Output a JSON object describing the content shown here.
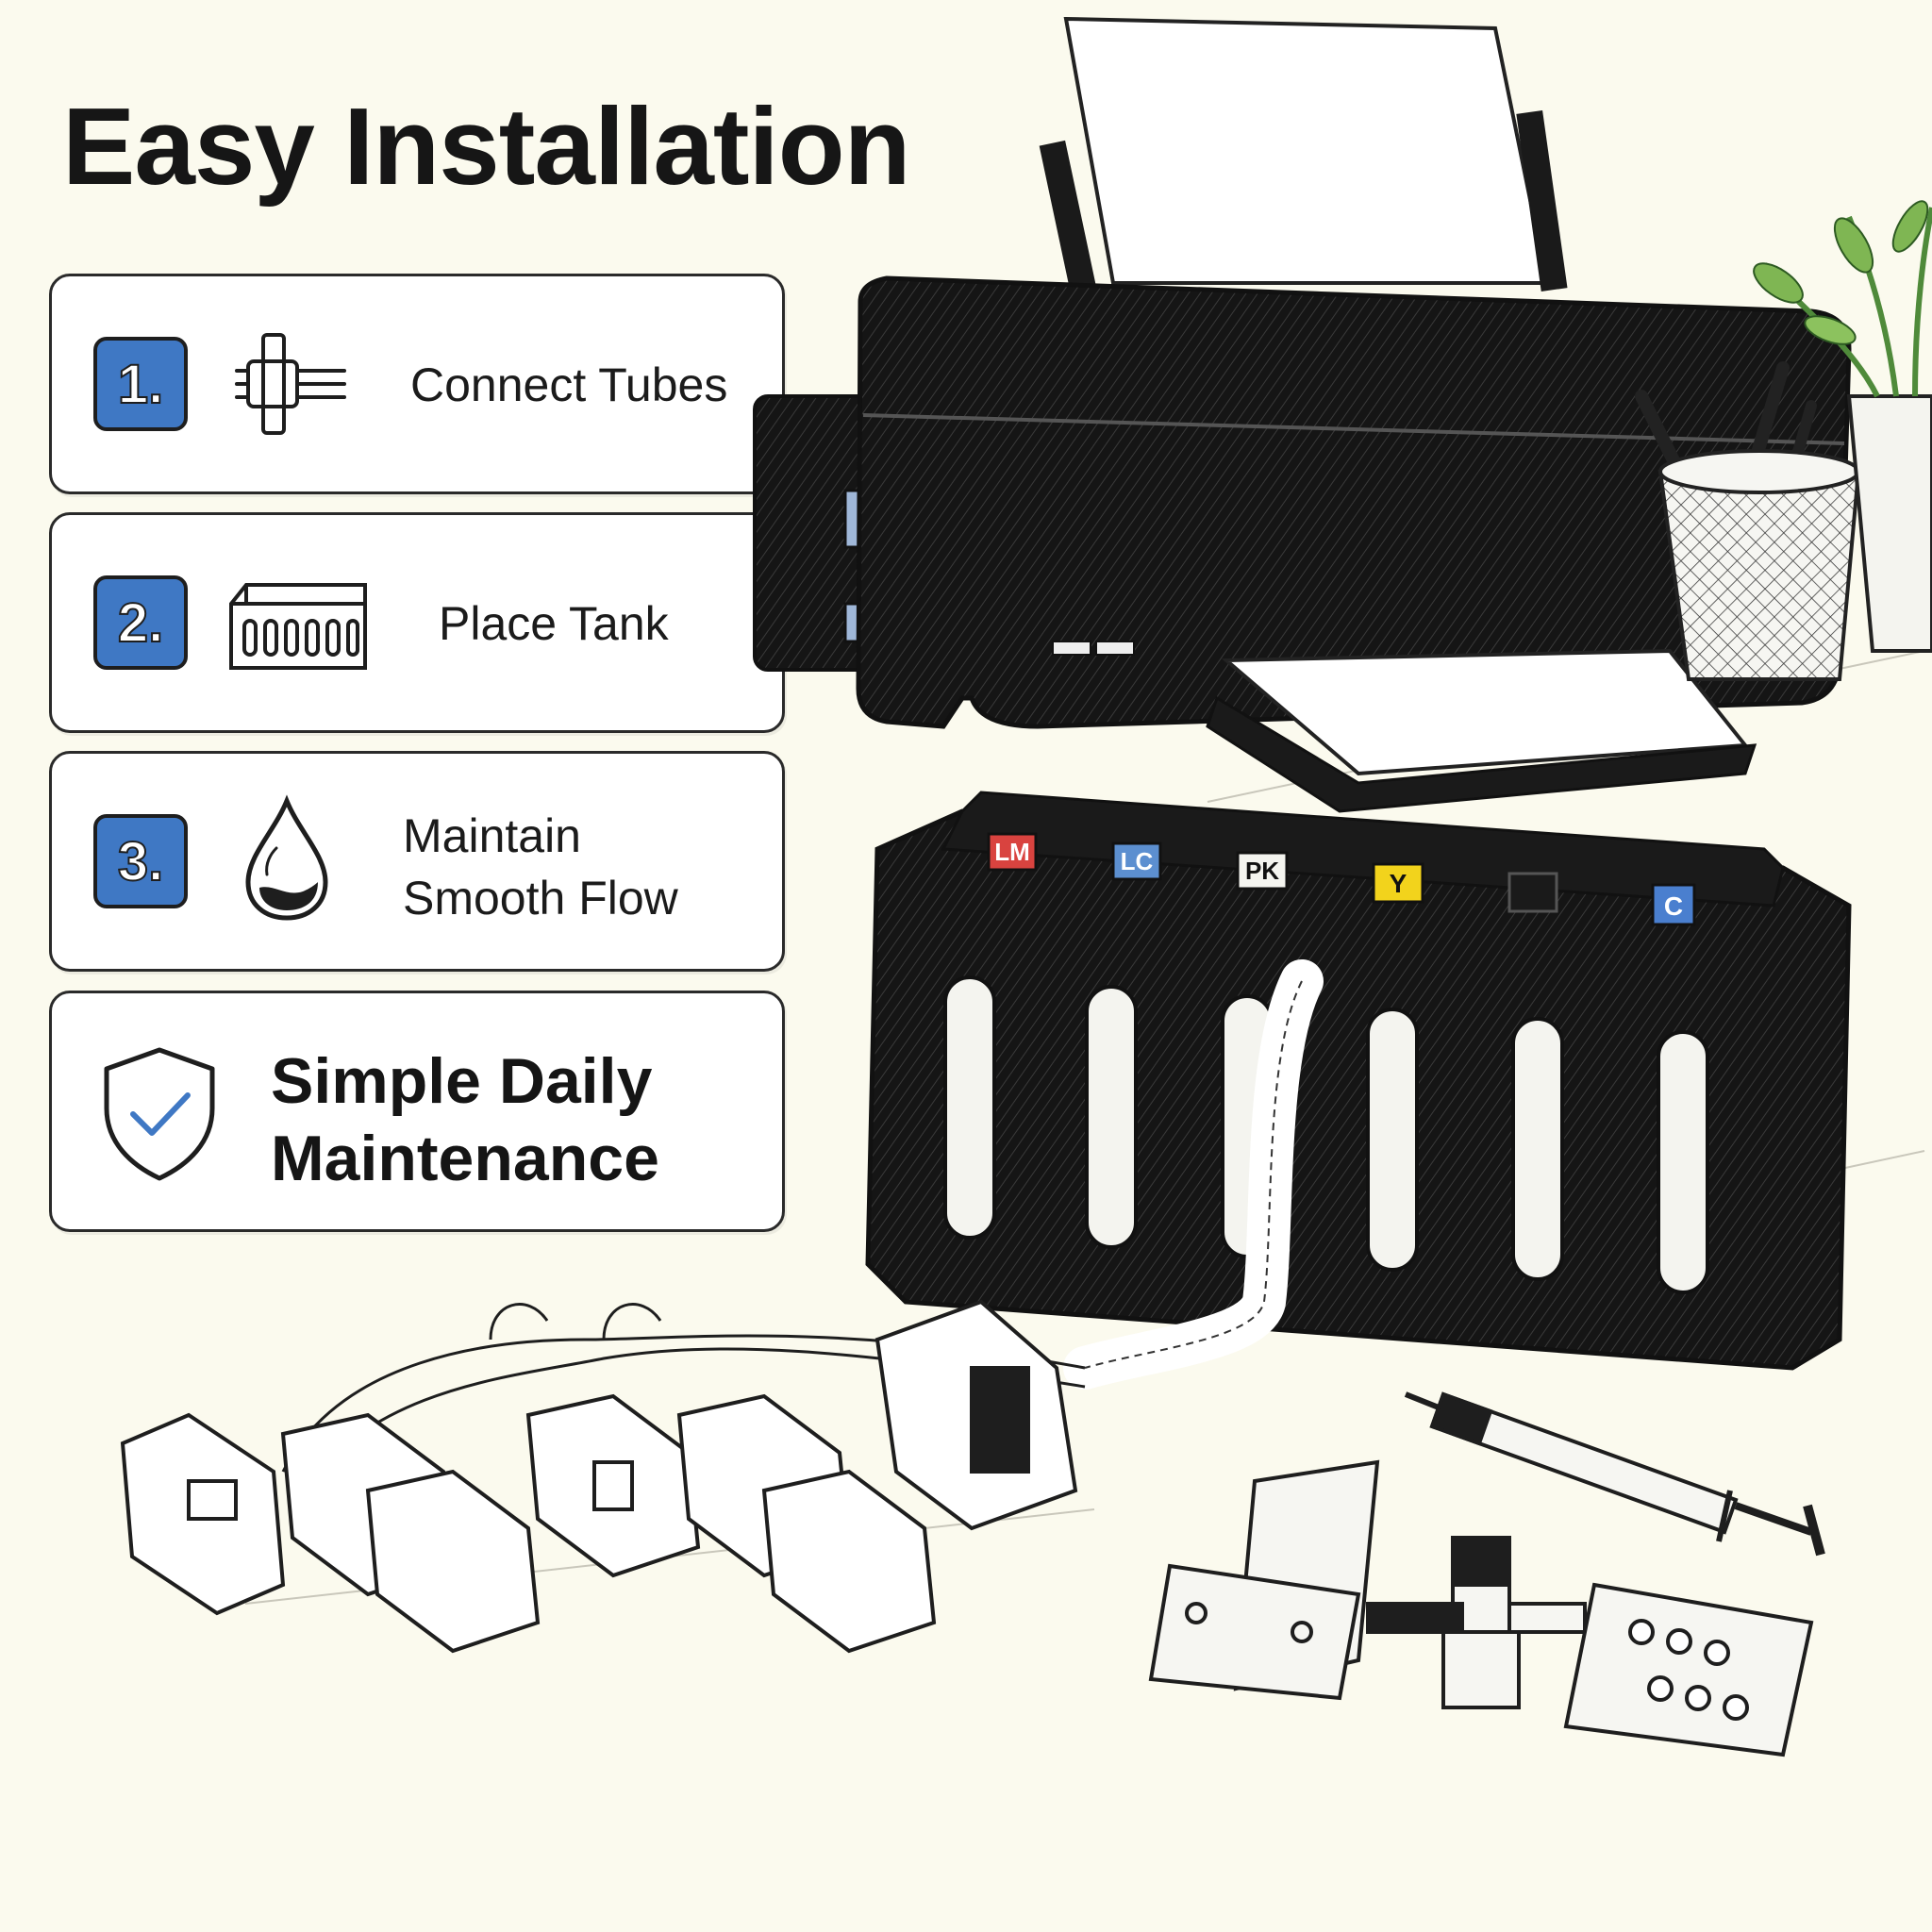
{
  "title": "Easy Installation",
  "steps": [
    {
      "number": "1.",
      "label": "Connect Tubes",
      "icon": "tube-connector-icon"
    },
    {
      "number": "2.",
      "label": "Place Tank",
      "icon": "ink-tank-icon"
    },
    {
      "number": "3.",
      "label_line1": "Maintain",
      "label_line2": "Smooth Flow",
      "icon": "ink-drop-icon"
    }
  ],
  "maintenance": {
    "line1": "Simple Daily",
    "line2": "Maintenance",
    "icon": "shield-check-icon"
  },
  "tank_labels": [
    "LM",
    "LC",
    "PK",
    "Y",
    "",
    "C"
  ],
  "colors": {
    "badge": "#3f78c4",
    "background": "#fbfaee",
    "magenta": "#d9433f",
    "light_cyan": "#5c8fd0",
    "yellow": "#f2d31c",
    "cyan": "#4a7fcf"
  }
}
